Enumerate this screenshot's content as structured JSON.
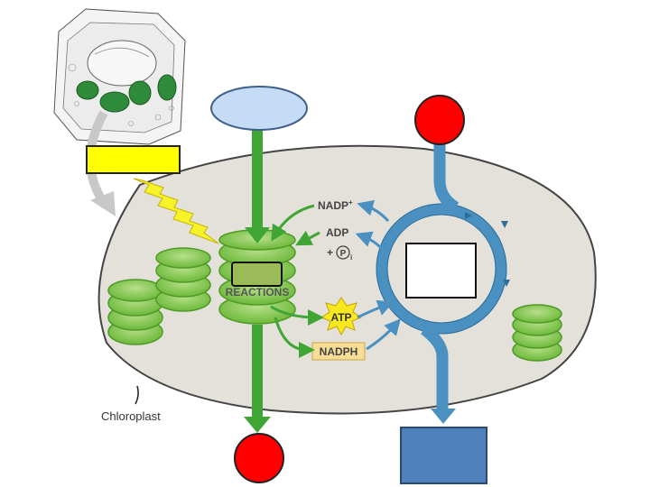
{
  "labels": {
    "nadp_plus": "NADP",
    "nadp_plus_sup": "+",
    "adp": "ADP",
    "plus": "+",
    "pi": "P",
    "pi_sub": "i",
    "reactions": "REACTIONS",
    "atp": "ATP",
    "nadph": "NADPH",
    "chloroplast": "Chloroplast"
  },
  "colors": {
    "stroma": "#e3e1d9",
    "thylakoid": "#7cc24a",
    "green_arrow": "#3fa535",
    "blue_arrow": "#4a90c0",
    "yellow_box": "#ffff00",
    "light_blue_oval": "#c6dcf4",
    "red_circle": "#ff0000",
    "blue_box": "#4f81bd",
    "atp_star": "#f7e81f",
    "nadph_box": "#f7dd95",
    "reactions_box": "#9bbb59"
  },
  "icons": {
    "sunlight": "lightning-bolt-icon",
    "cell": "plant-cell-icon"
  }
}
